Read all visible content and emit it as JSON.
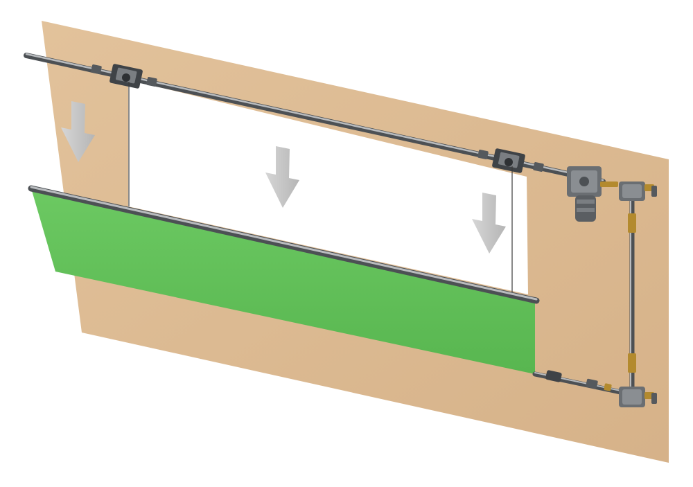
{
  "colors": {
    "background": "#ffffff",
    "wall": "#dcb98f",
    "wall_shade": "#caa67a",
    "opening": "#ffffff",
    "curtain": "#64c15a",
    "curtain_shade": "#4fa947",
    "rod": "#6f7377",
    "rod_highlight": "#b9bcbf",
    "hardware": "#55595d",
    "brass": "#b38a2e",
    "cable": "#3a3a3a",
    "arrow": "#c9c9c9",
    "arrow_shade": "#a9a9a9"
  },
  "icons": {
    "arrows": [
      "down-arrow-icon",
      "down-arrow-icon",
      "down-arrow-icon"
    ],
    "motor": "gear-motor-icon",
    "gearbox": "gearbox-icon",
    "pulley": "cable-drum-icon"
  },
  "components": [
    "wall-panel",
    "window-opening",
    "top-drive-shaft",
    "cable-drums",
    "lift-cables",
    "green-curtain",
    "bottom-bar",
    "gear-motor",
    "vertical-drive-shaft",
    "lower-drive-shaft",
    "gearboxes"
  ]
}
